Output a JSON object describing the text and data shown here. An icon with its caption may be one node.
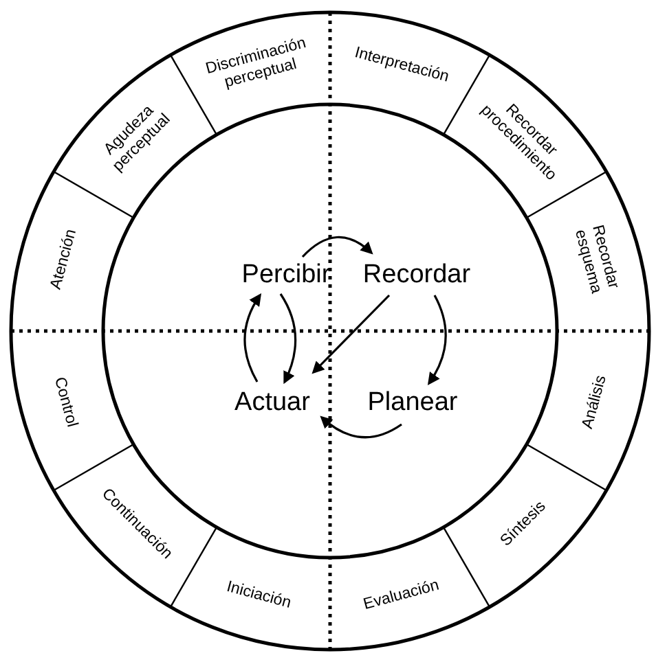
{
  "diagram": {
    "nodes": [
      {
        "text": [
          "Percibir"
        ]
      },
      {
        "text": [
          "Recordar"
        ]
      },
      {
        "text": [
          "Planear"
        ]
      },
      {
        "text": [
          "Actuar"
        ]
      },
      {
        "text": [
          "Interpretación"
        ]
      },
      {
        "text": [
          "Recordar procedimiento"
        ]
      },
      {
        "text": [
          "Recordar esquema"
        ]
      },
      {
        "text": [
          "Análisis"
        ]
      },
      {
        "text": [
          "Síntesis"
        ]
      },
      {
        "text": [
          "Evaluación"
        ]
      },
      {
        "text": [
          "Iniciación"
        ]
      },
      {
        "text": [
          "Continuación"
        ]
      },
      {
        "text": [
          "Control"
        ]
      },
      {
        "text": [
          "Atención"
        ]
      },
      {
        "text": [
          "Agudeza perceptual"
        ]
      },
      {
        "text": [
          "Discriminación perceptual"
        ]
      }
    ],
    "edges": [
      {
        "from": 0,
        "to": 1,
        "arrow": "to"
      },
      {
        "from": 1,
        "to": 2,
        "arrow": "to"
      },
      {
        "from": 2,
        "to": 3,
        "arrow": "to"
      },
      {
        "from": 1,
        "to": 3,
        "arrow": "to"
      },
      {
        "from": 0,
        "to": 3,
        "arrow": "to"
      },
      {
        "from": 3,
        "to": 0,
        "arrow": "to"
      }
    ]
  }
}
